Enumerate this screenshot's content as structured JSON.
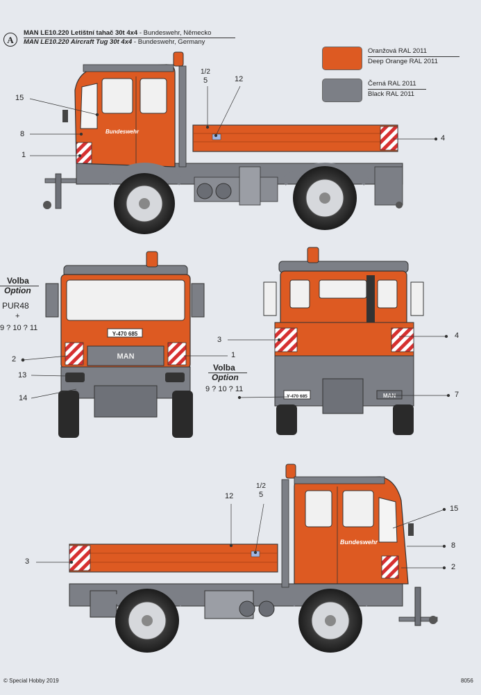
{
  "header": {
    "marker": "A",
    "title_cz": "MAN LE10.220 Letištní tahač 30t 4x4",
    "sub_cz": " - Bundeswehr, Německo",
    "title_en": "MAN LE10.220 Aircraft Tug 30t 4x4",
    "sub_en": " - Bundeswehr, Germany"
  },
  "legend": [
    {
      "cz": "Oranžová RAL 2011",
      "en": "Deep Orange RAL 2011",
      "color": "#dd5a22"
    },
    {
      "cz": "Černá RAL 2011",
      "en": "Black RAL 2011",
      "color": "#7c7f86"
    }
  ],
  "callouts": {
    "side_top": [
      "15",
      "8",
      "1",
      "1/2",
      "5",
      "12",
      "4"
    ],
    "front": [
      "2",
      "13",
      "14",
      "1"
    ],
    "rear": [
      "3",
      "4",
      "7"
    ],
    "side_bottom": [
      "12",
      "1/2",
      "5",
      "3",
      "15",
      "8",
      "2"
    ]
  },
  "options": {
    "front": {
      "title": "Volba",
      "subtitle": "Option",
      "line1": "PUR48",
      "line2": "+",
      "line3": "9 ? 10 ? 11"
    },
    "rear": {
      "title": "Volba",
      "subtitle": "Option",
      "line1": "9 ? 10 ? 11"
    }
  },
  "truck_text": {
    "brand": "MAN",
    "unit": "Bundeswehr",
    "plate": "Y-470 685"
  },
  "footer": {
    "copyright": "© Special Hobby 2019",
    "code": "8056"
  }
}
